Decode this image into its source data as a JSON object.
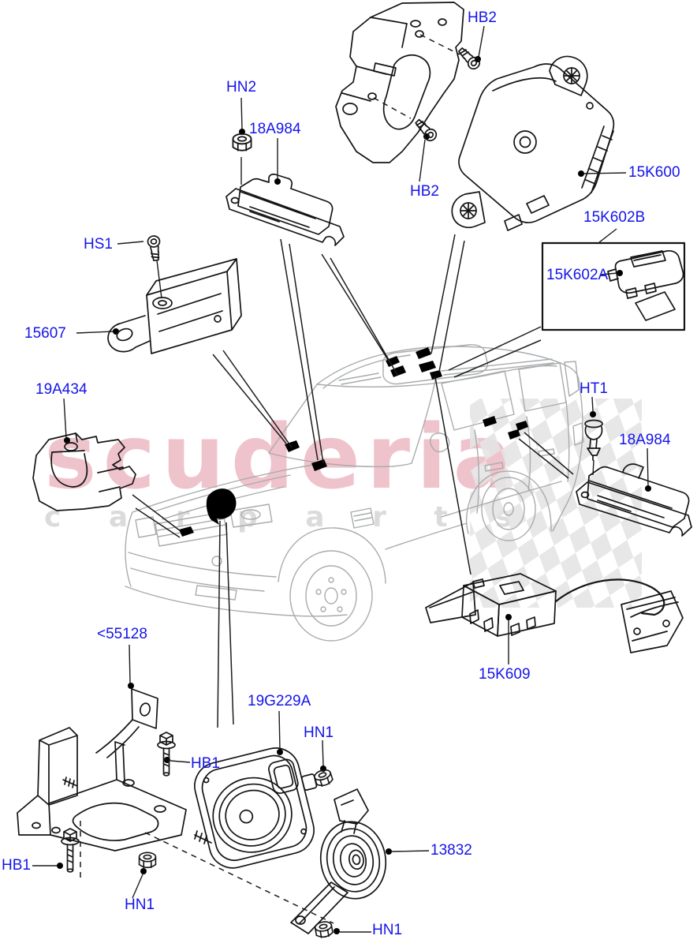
{
  "watermark": {
    "line1": "scuderia",
    "line2": "c a r   p a r t s"
  },
  "colors": {
    "label_blue": "#1414eb",
    "part_line_black": "#000000",
    "car_outline_gray": "#a9abad",
    "watermark_pink": "#d86a7e",
    "watermark_gray": "#bebebe",
    "checker_gray": "#e4e4e4"
  },
  "labels": [
    {
      "id": "hb2-top",
      "text": "HB2"
    },
    {
      "id": "hn2",
      "text": "HN2"
    },
    {
      "id": "18a984-top",
      "text": "18A984"
    },
    {
      "id": "hb2-mid",
      "text": "HB2"
    },
    {
      "id": "15k600",
      "text": "15K600"
    },
    {
      "id": "15k602b",
      "text": "15K602B"
    },
    {
      "id": "15k602a",
      "text": "15K602A"
    },
    {
      "id": "hs1",
      "text": "HS1"
    },
    {
      "id": "15607",
      "text": "15607"
    },
    {
      "id": "19a434",
      "text": "19A434"
    },
    {
      "id": "ht1",
      "text": "HT1"
    },
    {
      "id": "18a984-right",
      "text": "18A984"
    },
    {
      "id": "15k609",
      "text": "15K609"
    },
    {
      "id": "55128",
      "text": "<55128"
    },
    {
      "id": "hb1-right",
      "text": "HB1"
    },
    {
      "id": "19g229a",
      "text": "19G229A"
    },
    {
      "id": "hn1-siren",
      "text": "HN1"
    },
    {
      "id": "13832",
      "text": "13832"
    },
    {
      "id": "hb1-left",
      "text": "HB1"
    },
    {
      "id": "hn1-bottom-left",
      "text": "HN1"
    },
    {
      "id": "hn1-bottom-right",
      "text": "HN1"
    }
  ]
}
